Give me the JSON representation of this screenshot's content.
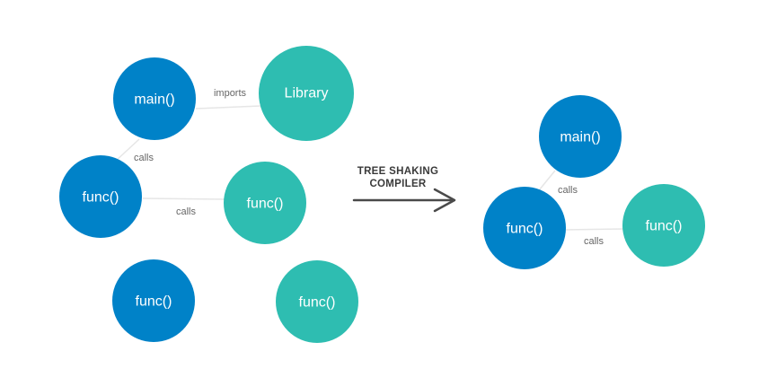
{
  "colors": {
    "blue": "#0082C8",
    "teal": "#2EBDB1",
    "edge": "#e6e6e6",
    "edge_label": "#666666",
    "arrow": "#4a4a4a"
  },
  "left_graph": {
    "nodes": {
      "main": {
        "label": "main()"
      },
      "library": {
        "label": "Library"
      },
      "func_a": {
        "label": "func()"
      },
      "func_b": {
        "label": "func()"
      },
      "func_c": {
        "label": "func()"
      },
      "func_d": {
        "label": "func()"
      }
    },
    "edges": {
      "imports": {
        "label": "imports"
      },
      "main_calls": {
        "label": "calls"
      },
      "func_calls": {
        "label": "calls"
      }
    }
  },
  "arrow": {
    "line1": "TREE SHAKING",
    "line2": "COMPILER"
  },
  "right_graph": {
    "nodes": {
      "main": {
        "label": "main()"
      },
      "func_a": {
        "label": "func()"
      },
      "func_b": {
        "label": "func()"
      }
    },
    "edges": {
      "main_calls": {
        "label": "calls"
      },
      "func_calls": {
        "label": "calls"
      }
    }
  }
}
